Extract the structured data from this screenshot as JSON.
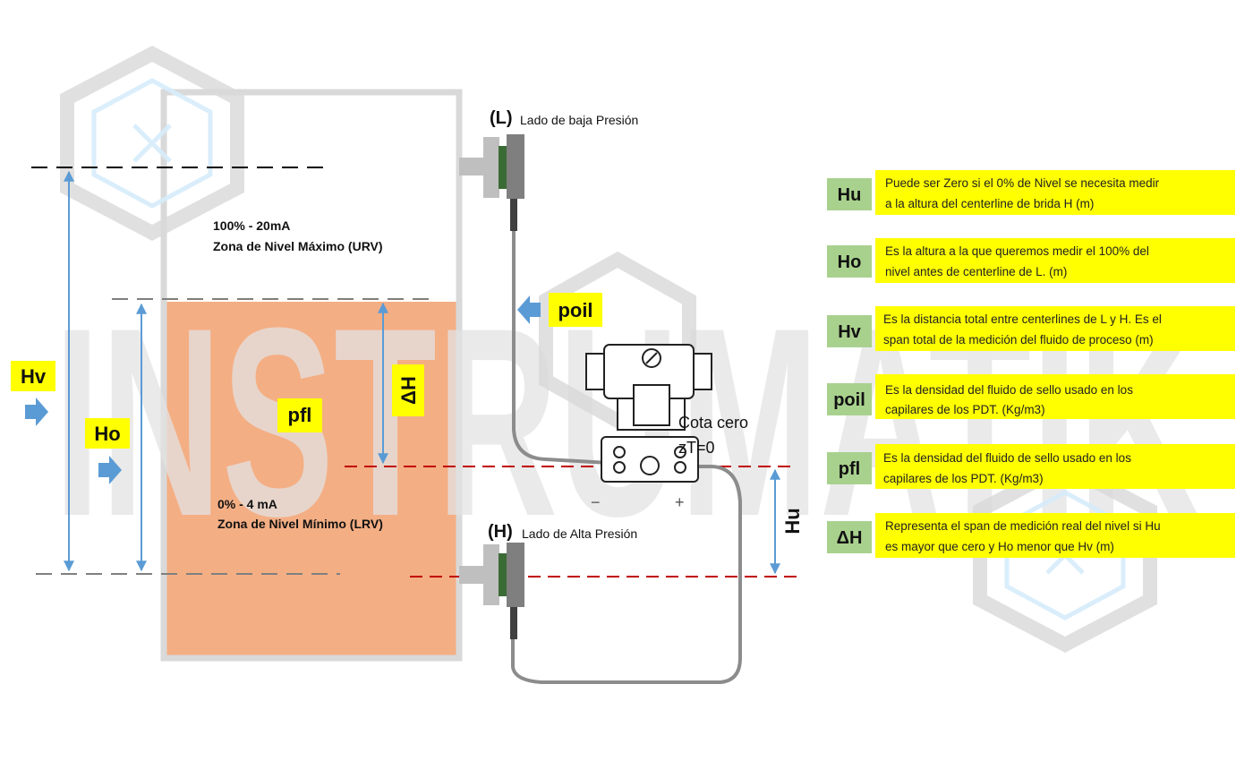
{
  "watermark": "INSTRUMATIK",
  "tank": {
    "label_100": "100% - 20mA",
    "label_max": "Zona de Nivel Máximo (URV)",
    "label_0": "0% - 4 mA",
    "label_min": "Zona de Nivel Mínimo (LRV)",
    "fluid_label": "pfl"
  },
  "dims": {
    "hv": "Hv",
    "ho": "Ho",
    "delta_h": "ΔH",
    "hu": "Hu"
  },
  "ports": {
    "low_tag": "(L)",
    "low_text": "Lado de baja Presión",
    "high_tag": "(H)",
    "high_text": "Lado de Alta Presión"
  },
  "capillary_label": "poil",
  "transmitter": {
    "cota": "Cota cero",
    "zt": "zT=0",
    "minus": "−",
    "plus": "+"
  },
  "definitions": [
    {
      "key": "Hu",
      "line1": "Puede ser Zero  si el 0%  de Nivel se necesita medir",
      "line2": "a la altura del centerline de brida H (m)"
    },
    {
      "key": "Ho",
      "line1": "Es la altura a la que queremos medir el 100% del",
      "line2": " nivel antes de centerline de L. (m)"
    },
    {
      "key": "Hv",
      "line1": "Es la distancia total entre centerlines de L y H. Es el",
      "line2": "span total de la medición del fluido de proceso (m)"
    },
    {
      "key": "poil",
      "line1": "Es la densidad del fluido de sello usado en los",
      "line2": "capilares de los PDT. (Kg/m3)"
    },
    {
      "key": "pfl",
      "line1": "Es la densidad del fluido de sello usado en los",
      "line2": "capilares de los PDT.  (Kg/m3)"
    },
    {
      "key": "ΔH",
      "line1": "Representa el span de medición real del nivel si Hu",
      "line2": "es mayor que cero y Ho menor que Hv (m)"
    }
  ],
  "colors": {
    "fluid": "#f4ae84",
    "tank_wall": "#d9d9d9",
    "highlight": "#ffff00",
    "key_box": "#a9d18e",
    "arrow": "#5b9bd5",
    "red_dash": "#c00000"
  }
}
